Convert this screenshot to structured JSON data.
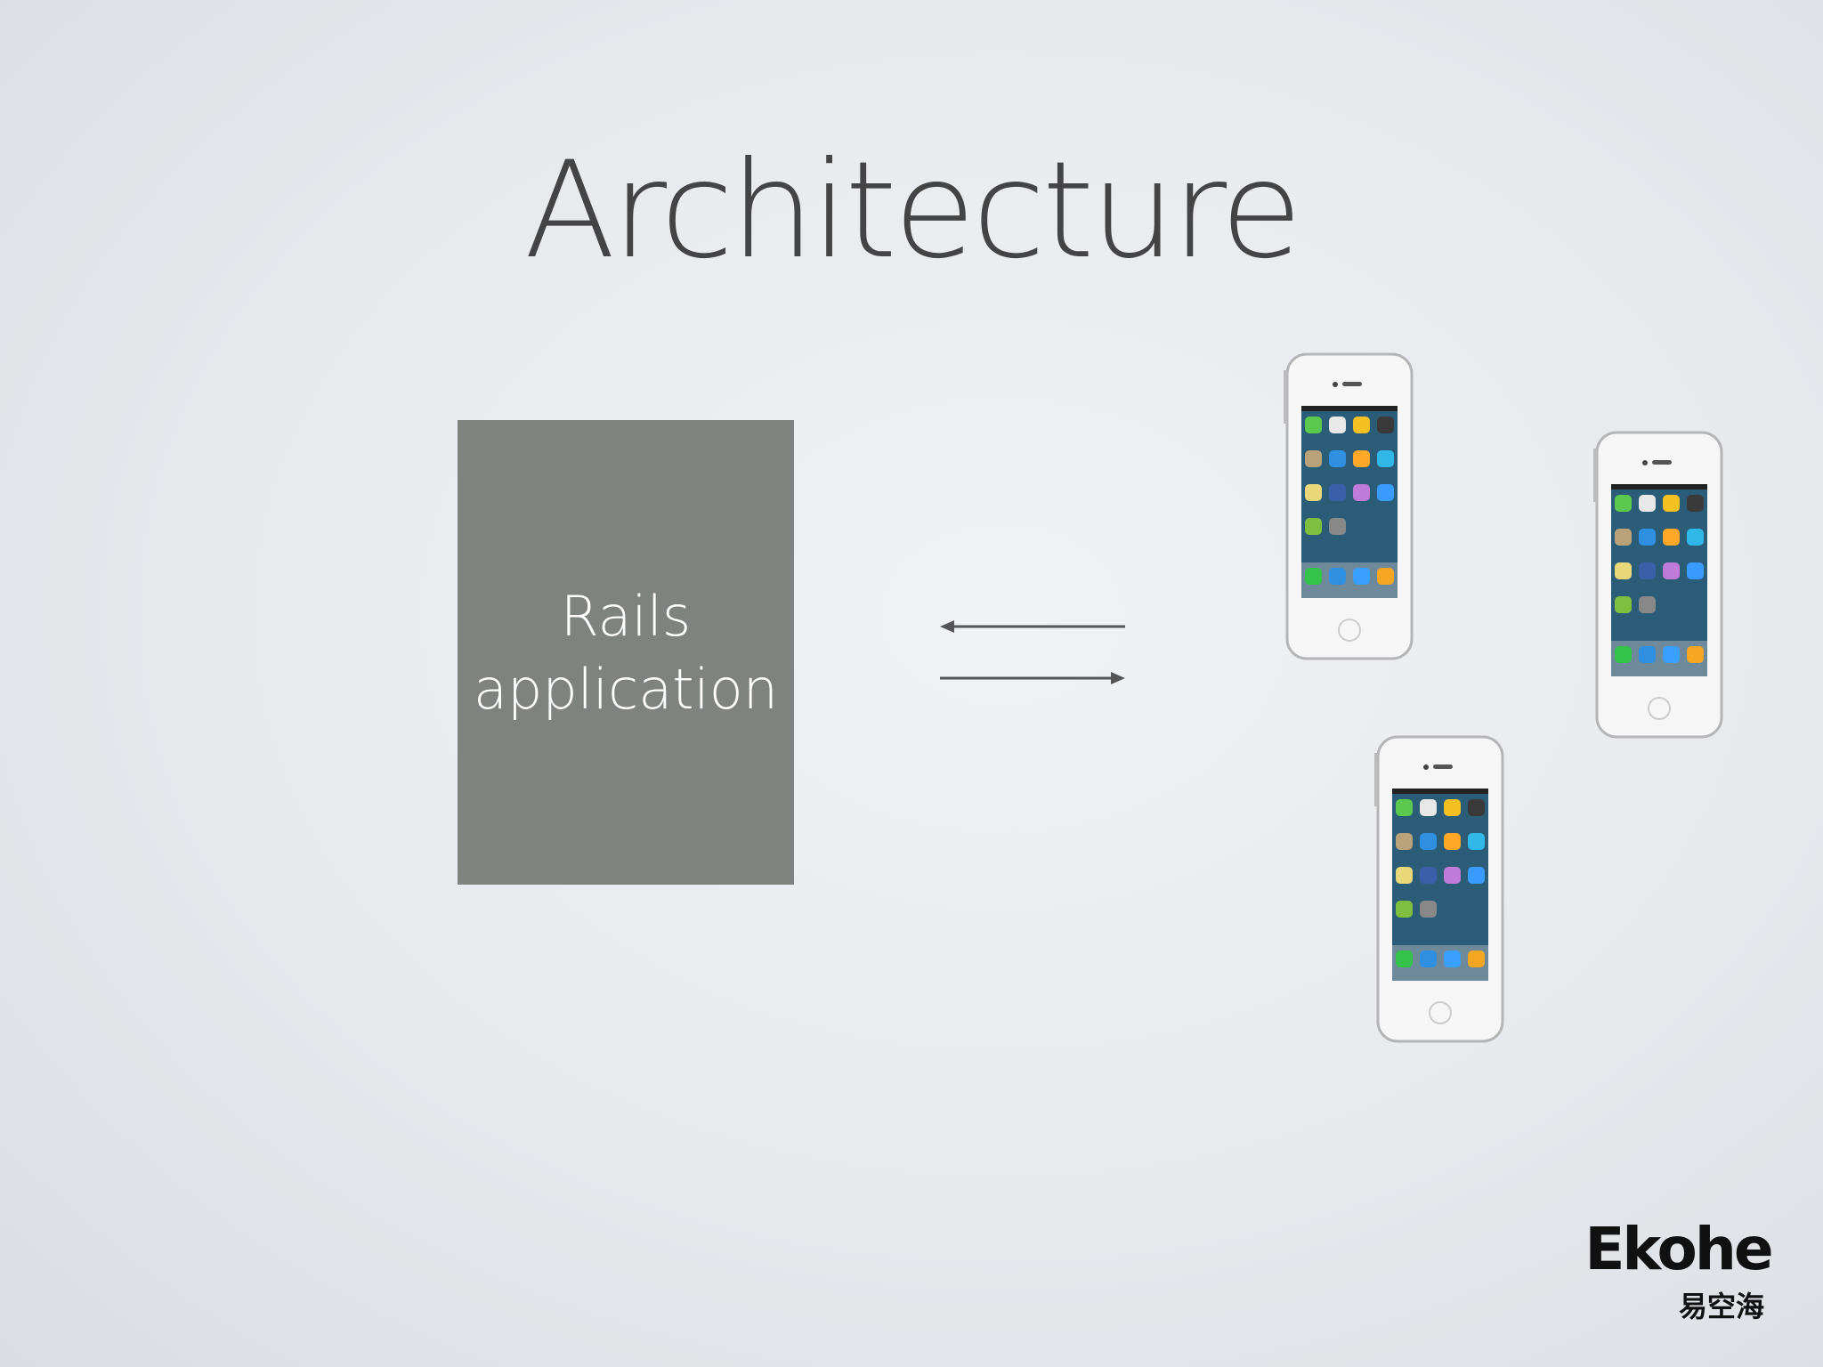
{
  "slide": {
    "title": "Architecture",
    "server_box": {
      "line1": "Rails",
      "line2": "application"
    },
    "arrows": {
      "top": "left-arrow",
      "bottom": "right-arrow"
    },
    "clients": [
      {
        "icon": "iphone-icon"
      },
      {
        "icon": "iphone-icon"
      },
      {
        "icon": "iphone-icon"
      }
    ],
    "logo": {
      "name": "Ekohe",
      "subtitle": "易空海"
    },
    "colors": {
      "box": "#7f8380",
      "title": "#444444",
      "arrow": "#555555"
    }
  }
}
